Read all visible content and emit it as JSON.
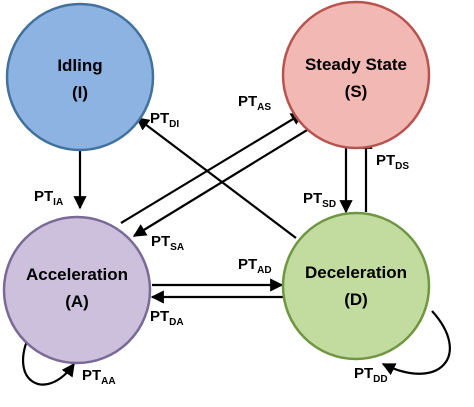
{
  "states": {
    "idling": {
      "title": "Idling",
      "abbr": "(I)",
      "fill": "#8db3e2",
      "stroke": "#41719c"
    },
    "steady": {
      "title": "Steady State",
      "abbr": "(S)",
      "fill": "#f2b8b4",
      "stroke": "#b85450"
    },
    "accel": {
      "title": "Acceleration",
      "abbr": "(A)",
      "fill": "#ccc0dc",
      "stroke": "#7a6a98"
    },
    "decel": {
      "title": "Deceleration",
      "abbr": "(D)",
      "fill": "#c2dca0",
      "stroke": "#6f9640"
    }
  },
  "transitions": {
    "ia": {
      "base": "PT",
      "sub": "IA"
    },
    "di": {
      "base": "PT",
      "sub": "DI"
    },
    "as": {
      "base": "PT",
      "sub": "AS"
    },
    "sa": {
      "base": "PT",
      "sub": "SA"
    },
    "ad": {
      "base": "PT",
      "sub": "AD"
    },
    "da": {
      "base": "PT",
      "sub": "DA"
    },
    "sd": {
      "base": "PT",
      "sub": "SD"
    },
    "ds": {
      "base": "PT",
      "sub": "DS"
    },
    "aa": {
      "base": "PT",
      "sub": "AA"
    },
    "dd": {
      "base": "PT",
      "sub": "DD"
    }
  }
}
